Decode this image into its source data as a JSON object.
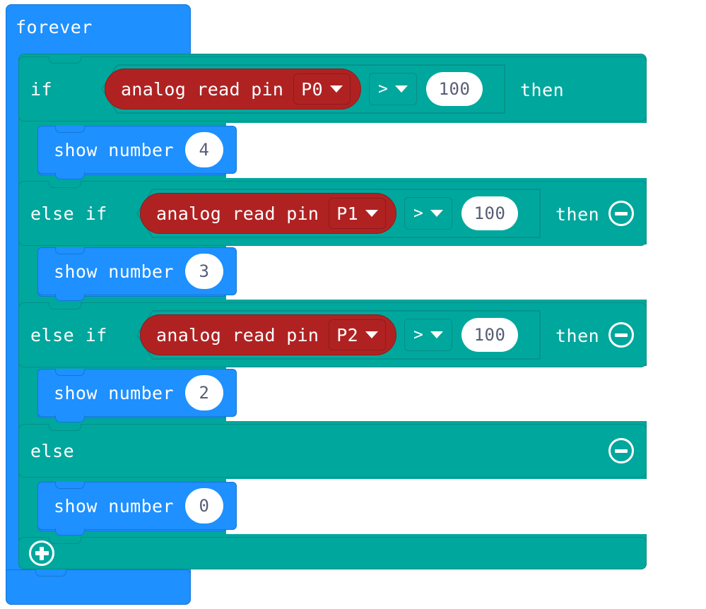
{
  "editor": {
    "type": "makecode-blocks",
    "colors": {
      "loop_blue": "#1E90FF",
      "logic_teal": "#00A79D",
      "pins_red": "#B02222",
      "field_white": "#FFFFFF",
      "field_text": "#575E75"
    }
  },
  "program": {
    "forever": {
      "label": "forever",
      "body": {
        "if_label": "if",
        "else_if_label": "else if",
        "else_label": "else",
        "then_label": "then",
        "add_icon": "plus-circle-icon",
        "remove_icon": "minus-circle-icon",
        "branches": [
          {
            "keyword": "if",
            "condition": {
              "reporter": "analog read pin",
              "pin": "P0",
              "pin_dropdown_icon": "chevron-down-icon",
              "operator": ">",
              "operator_dropdown_icon": "chevron-down-icon",
              "value": "100"
            },
            "then": "then",
            "has_remove": false,
            "statement": {
              "label": "show number",
              "value": "4"
            }
          },
          {
            "keyword": "else if",
            "condition": {
              "reporter": "analog read pin",
              "pin": "P1",
              "pin_dropdown_icon": "chevron-down-icon",
              "operator": ">",
              "operator_dropdown_icon": "chevron-down-icon",
              "value": "100"
            },
            "then": "then",
            "has_remove": true,
            "statement": {
              "label": "show number",
              "value": "3"
            }
          },
          {
            "keyword": "else if",
            "condition": {
              "reporter": "analog read pin",
              "pin": "P2",
              "pin_dropdown_icon": "chevron-down-icon",
              "operator": ">",
              "operator_dropdown_icon": "chevron-down-icon",
              "value": "100"
            },
            "then": "then",
            "has_remove": true,
            "statement": {
              "label": "show number",
              "value": "2"
            }
          },
          {
            "keyword": "else",
            "condition": null,
            "then": null,
            "has_remove": true,
            "statement": {
              "label": "show number",
              "value": "0"
            }
          }
        ]
      }
    }
  }
}
